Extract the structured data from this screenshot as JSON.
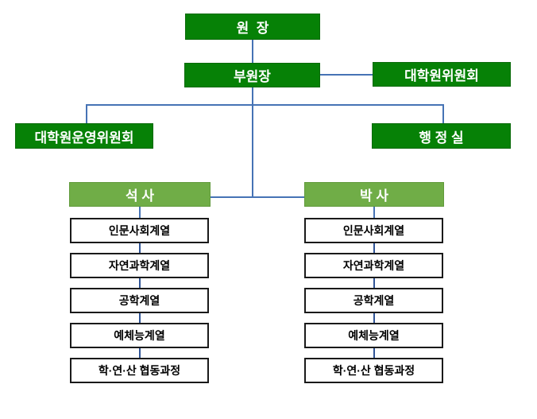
{
  "diagram": {
    "type": "org-chart",
    "nodes": {
      "director": {
        "label": "원  장"
      },
      "vice_director": {
        "label": "부원장"
      },
      "graduate_committee": {
        "label": "대학원위원회"
      },
      "operating_committee": {
        "label": "대학원운영위원회"
      },
      "admin_office": {
        "label": "행 정 실"
      },
      "masters": {
        "label": "석 사"
      },
      "doctoral": {
        "label": "박 사"
      }
    },
    "columns": {
      "masters": [
        "인문사회계열",
        "자연과학계열",
        "공학계열",
        "예체능계열",
        "학·연·산 협동과정"
      ],
      "doctoral": [
        "인문사회계열",
        "자연과학계열",
        "공학계열",
        "예체능계열",
        "학·연·산 협동과정"
      ]
    },
    "colors": {
      "dark_green": "#068106",
      "light_green": "#70AD47",
      "connector_blue": "#4673B5",
      "connector_dark_blue": "#2F5496",
      "white_box_border": "#1a1a1a",
      "text_white": "#ffffff",
      "text_black": "#000000",
      "background": "#ffffff"
    }
  }
}
